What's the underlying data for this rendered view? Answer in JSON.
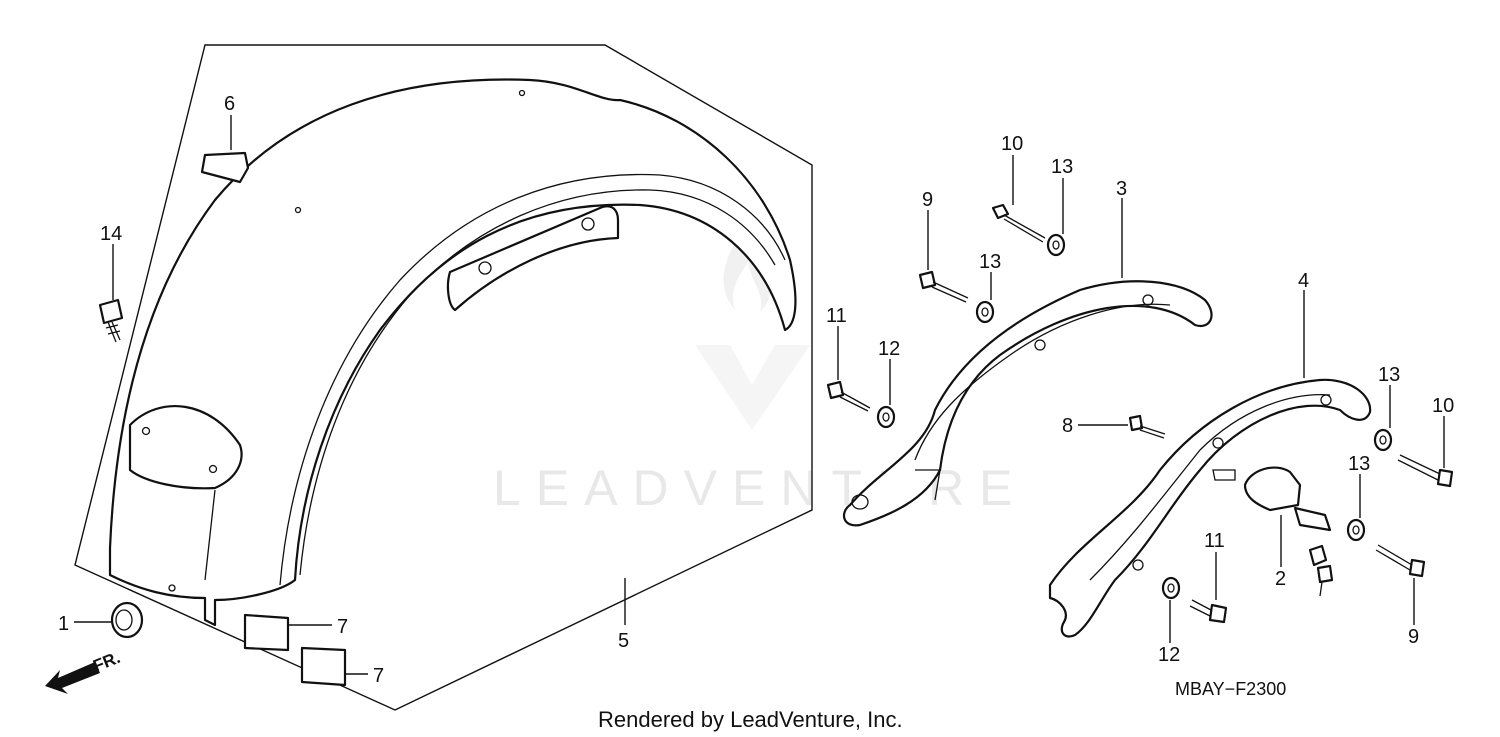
{
  "diagram": {
    "callouts": {
      "c1": "1",
      "c2": "2",
      "c3": "3",
      "c4": "4",
      "c5": "5",
      "c6": "6",
      "c7a": "7",
      "c7b": "7",
      "c8": "8",
      "c9a": "9",
      "c9b": "9",
      "c10a": "10",
      "c10b": "10",
      "c11a": "11",
      "c11b": "11",
      "c12a": "12",
      "c12b": "12",
      "c13a": "13",
      "c13b": "13",
      "c13c": "13",
      "c13d": "13",
      "c14": "14"
    },
    "front_arrow_label": "FR.",
    "diagram_code": "MBAY−F2300",
    "watermark": "LEADVENTURE",
    "footer": "Rendered by LeadVenture, Inc."
  }
}
